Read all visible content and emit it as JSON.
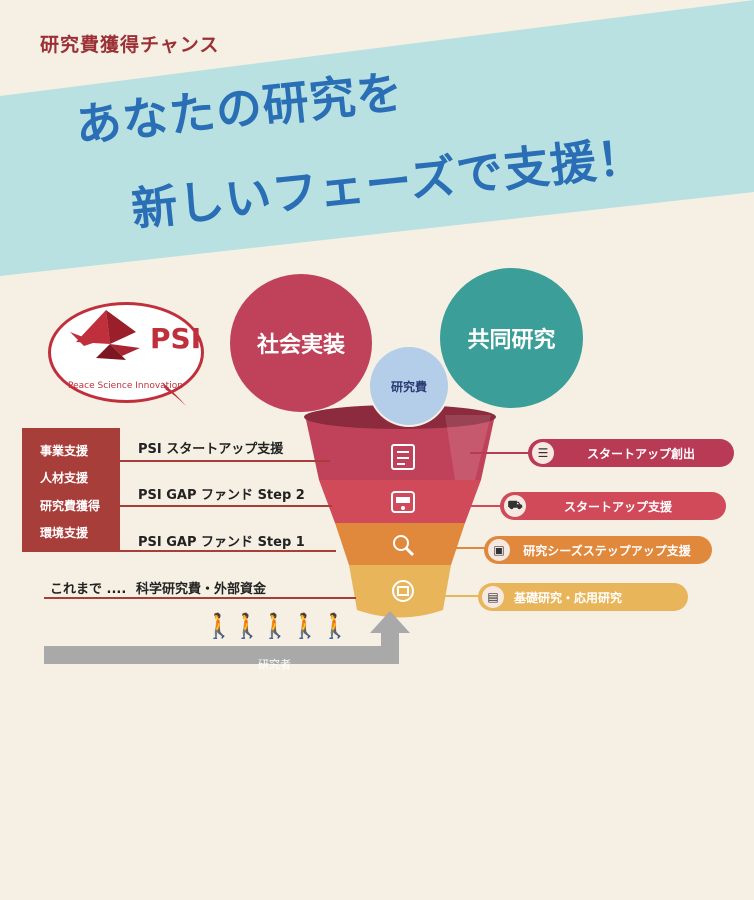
{
  "header": {
    "kicker": "研究費獲得チャンス",
    "headline_line1": "あなたの研究を",
    "headline_line2": "新しいフェーズで支援！"
  },
  "logo": {
    "brand": "PSI",
    "tagline": "Peace Science Innovation"
  },
  "circles": {
    "social": "社会実装",
    "joint": "共同研究",
    "fund": "研究費"
  },
  "side_panel": {
    "items": [
      "事業支援",
      "人材支援",
      "研究費獲得",
      "環境支援"
    ]
  },
  "programs": {
    "startup": "PSI スタートアップ支援",
    "gap2": "PSI GAP ファンド Step 2",
    "gap1": "PSI GAP ファンド Step 1",
    "previous_prefix": "これまで ....",
    "previous": "科学研究費・外部資金"
  },
  "stages": [
    {
      "label": "スタートアップ創出",
      "color": "#b83a55",
      "icon": "list-icon"
    },
    {
      "label": "スタートアップ支援",
      "color": "#d04a5a",
      "icon": "truck-icon"
    },
    {
      "label": "研究シーズステップアップ支援",
      "color": "#e0883c",
      "icon": "monitor-icon"
    },
    {
      "label": "基礎研究・応用研究",
      "color": "#e9b55a",
      "icon": "box-icon"
    }
  ],
  "arrow_label": "研究者",
  "colors": {
    "background": "#f5f0e3",
    "banner": "#b9e1e2",
    "headline": "#2a6fb5",
    "brand_red": "#c0303c"
  }
}
